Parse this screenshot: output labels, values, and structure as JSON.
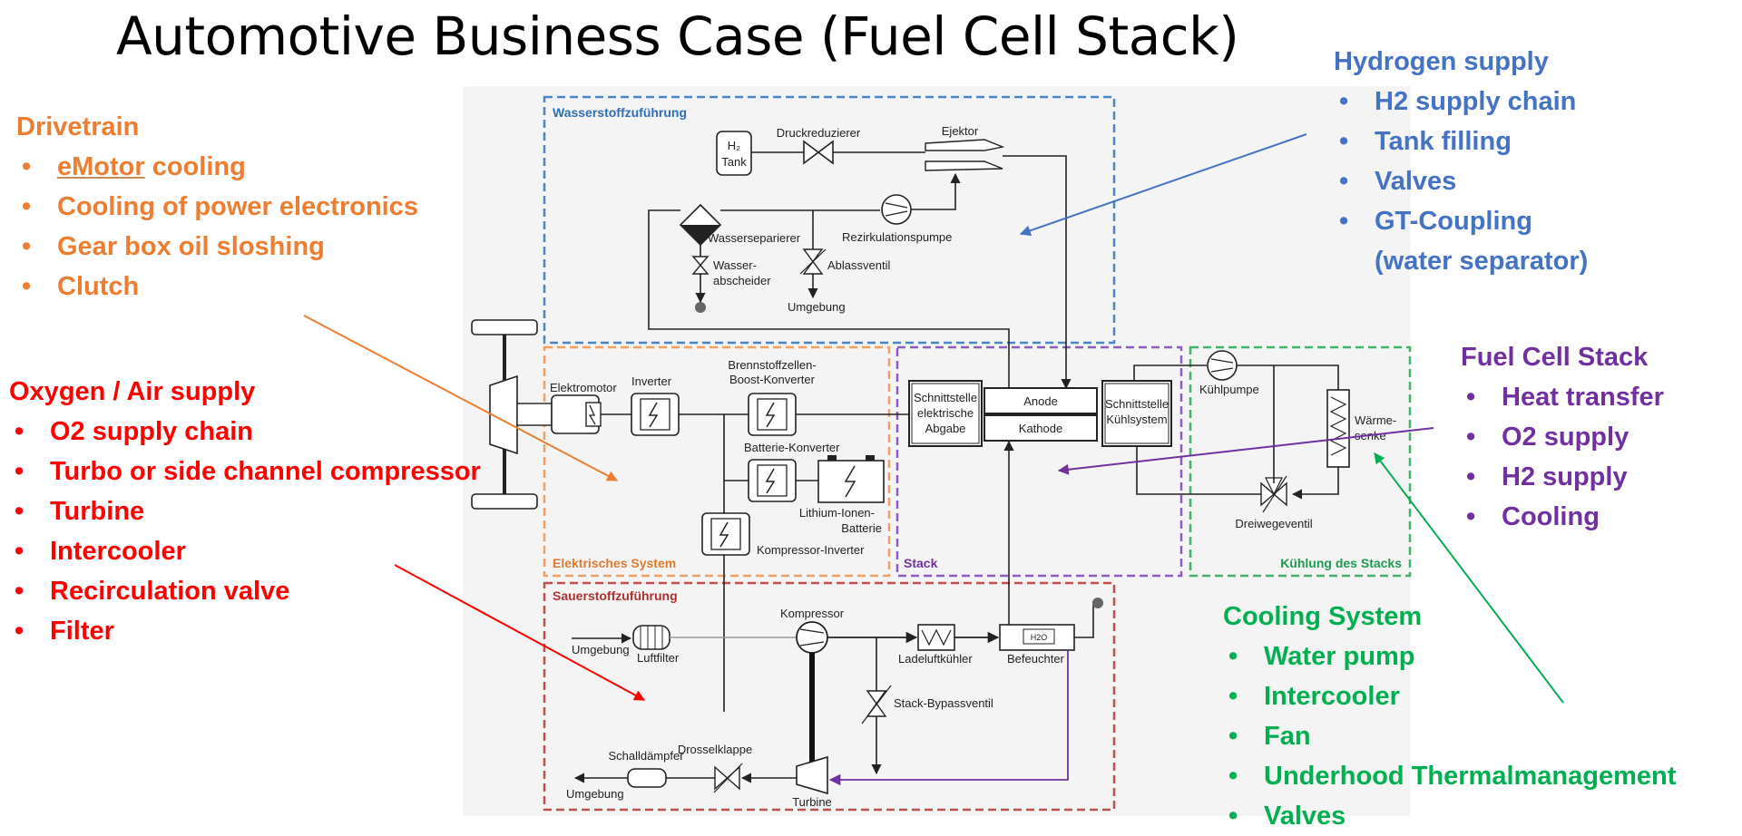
{
  "title": "Automotive Business Case (Fuel Cell Stack)",
  "drivetrain": {
    "heading": "Drivetrain",
    "item1_prefix": "eMotor",
    "item1_suffix": " cooling",
    "items": [
      "Cooling of power electronics",
      "Gear box oil sloshing",
      "Clutch"
    ]
  },
  "oxygen": {
    "heading": "Oxygen / Air supply",
    "items": [
      "O2 supply chain",
      "Turbo or side channel compressor",
      "Turbine",
      "Intercooler",
      "Recirculation valve",
      "Filter"
    ]
  },
  "hydrogen": {
    "heading": "Hydrogen supply",
    "items": [
      "H2 supply chain",
      "Tank filling",
      "Valves",
      "GT-Coupling",
      "(water separator)"
    ]
  },
  "fuelcell": {
    "heading": "Fuel Cell Stack",
    "items": [
      "Heat transfer",
      "O2 supply",
      "H2 supply",
      "Cooling"
    ]
  },
  "cooling": {
    "heading": "Cooling System",
    "items": [
      "Water pump",
      "Intercooler",
      "Fan",
      "Underhood Thermalmanagement",
      "Valves"
    ]
  },
  "diagram": {
    "areas": {
      "wasserstoff": "Wasserstoffzuführung",
      "elektrisch": "Elektrisches System",
      "stack": "Stack",
      "kuehlung": "Kühlung des Stacks",
      "sauerstoff": "Sauerstoffzuführung"
    },
    "labels": {
      "h2_tank_1": "H₂",
      "h2_tank_2": "Tank",
      "druckreduzierer": "Druckreduzierer",
      "ejektor": "Ejektor",
      "wasserseparierer": "Wasserseparierer",
      "rezirkulationspumpe": "Rezirkulationspumpe",
      "wasserabscheider_1": "Wasser-",
      "wasserabscheider_2": "abscheider",
      "ablassventil": "Ablassventil",
      "umgebung_h2": "Umgebung",
      "elektromotor": "Elektromotor",
      "inverter": "Inverter",
      "boost_1": "Brennstoffzellen-",
      "boost_2": "Boost-Konverter",
      "batterie_konverter": "Batterie-Konverter",
      "batterie_1": "Lithium-Ionen-",
      "batterie_2": "Batterie",
      "kompressor_inverter": "Kompressor-Inverter",
      "schnitt_el_1": "Schnittstelle",
      "schnitt_el_2": "elektrische",
      "schnitt_el_3": "Abgabe",
      "anode": "Anode",
      "kathode": "Kathode",
      "schnitt_k_1": "Schnittstelle",
      "schnitt_k_2": "Kühlsystem",
      "kuehlpumpe": "Kühlpumpe",
      "waerme_1": "Wärme-",
      "waerme_2": "senke",
      "dreiwegeventil": "Dreiwegeventil",
      "umgebung_in": "Umgebung",
      "luftfilter": "Luftfilter",
      "kompressor": "Kompressor",
      "ladeluftkuehler": "Ladeluftkühler",
      "befeuchter": "Befeuchter",
      "h2o": "H2O",
      "bypass": "Stack-Bypassventil",
      "schalldaempfer": "Schalldämpfer",
      "drosselklappe": "Drosselklappe",
      "umgebung_out": "Umgebung",
      "turbine": "Turbine"
    }
  },
  "colors": {
    "orange": "#ED7D31",
    "red": "#FF0000",
    "blue": "#4472C4",
    "purple": "#7030A0",
    "green": "#00B050"
  }
}
